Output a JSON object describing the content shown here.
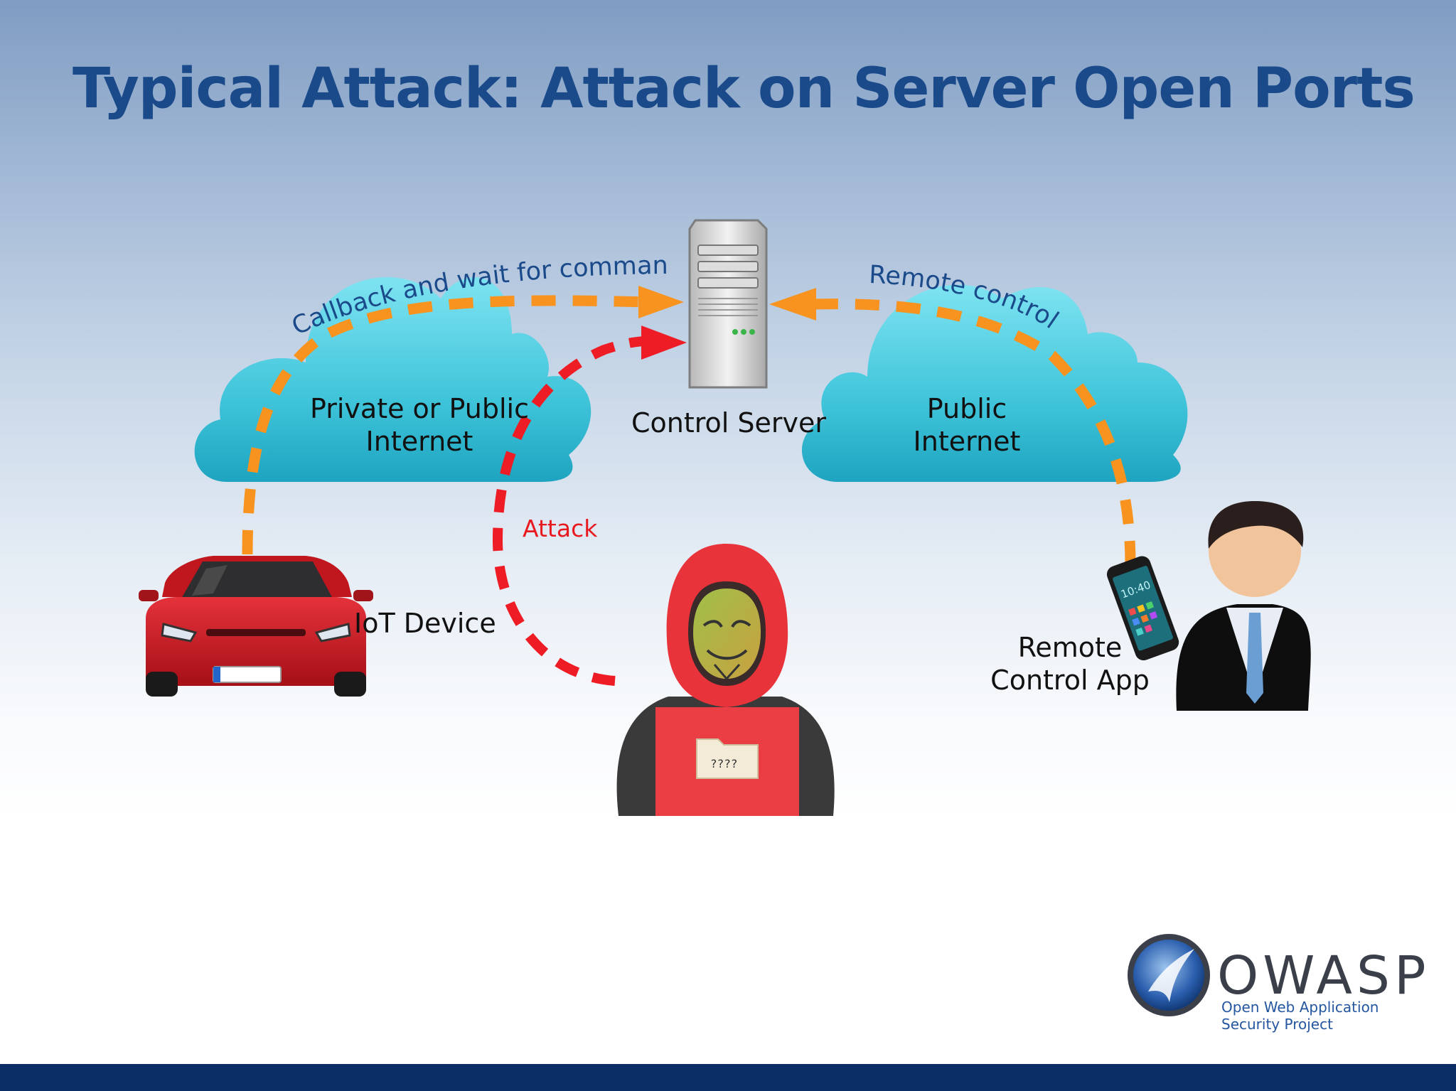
{
  "slide": {
    "title": "Typical Attack: Attack on Server Open Ports"
  },
  "clouds": {
    "left_line1": "Private or Public",
    "left_line2": "Internet",
    "right_line1": "Public",
    "right_line2": "Internet"
  },
  "nodes": {
    "server_label": "Control Server",
    "iot_label": "IoT Device",
    "app_line1": "Remote",
    "app_line2": "Control App",
    "phone_time": "10:40",
    "folder_code": "????"
  },
  "arrows": {
    "callback_label": "Callback and wait for commands",
    "remote_label": "Remote control",
    "attack_label": "Attack"
  },
  "logo": {
    "name": "OWASP",
    "sub_line1": "Open Web Application",
    "sub_line2": "Security Project"
  },
  "colors": {
    "title": "#1a4a8a",
    "cloud": "#3fc4da",
    "orange_arrow": "#f7931e",
    "red_arrow": "#ee1c24",
    "arrow_label_blue": "#1a4a8a",
    "attack_label": "#e8191f",
    "bottom_bar": "#0b2e66"
  },
  "icons": [
    "server-icon",
    "car-icon",
    "hacker-icon",
    "businessman-icon",
    "smartphone-icon",
    "owasp-logo-icon"
  ]
}
